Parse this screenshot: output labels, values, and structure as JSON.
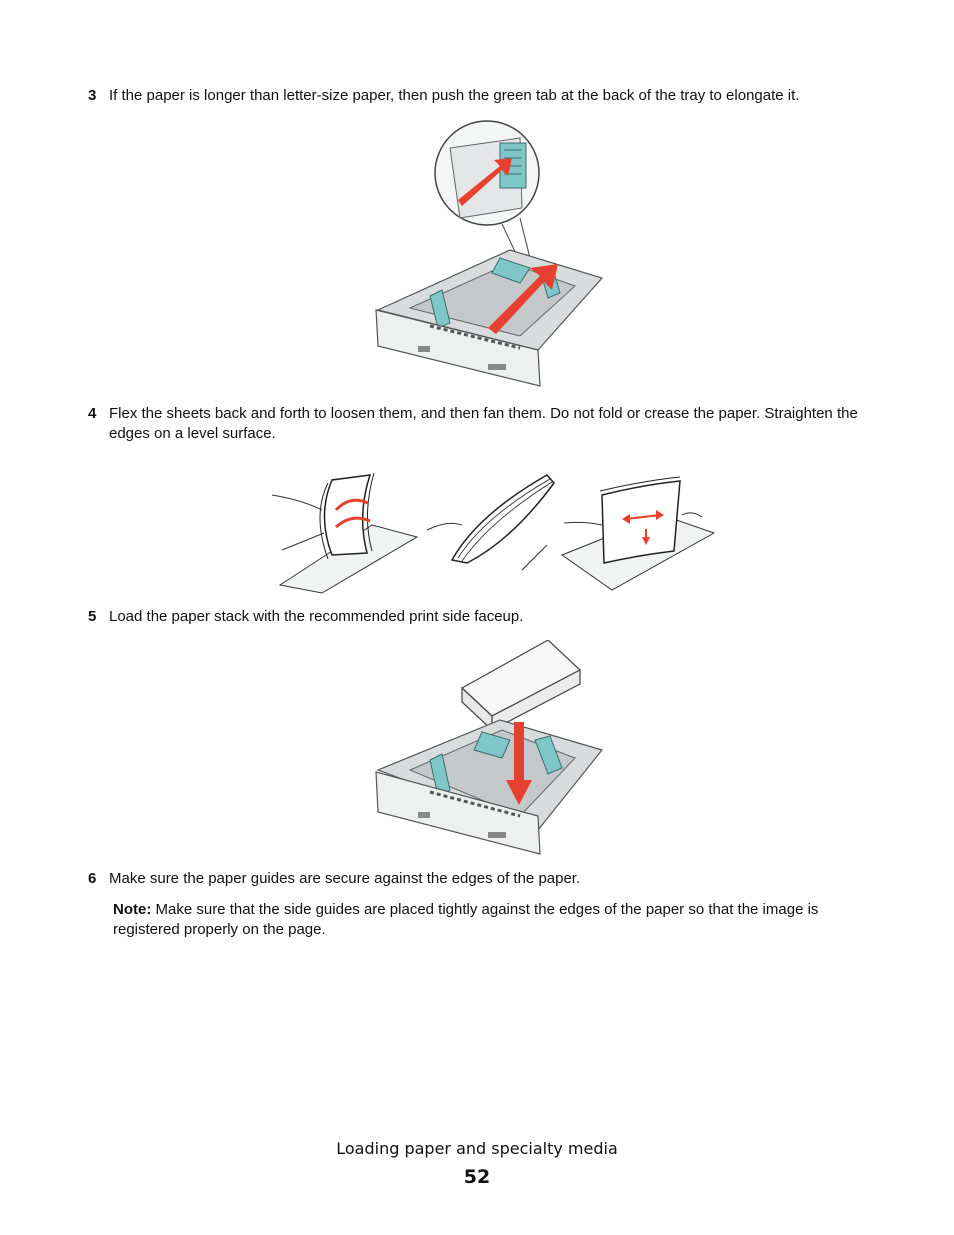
{
  "steps": [
    {
      "number": "3",
      "text": "If the paper is longer than letter-size paper, then push the green tab at the back of the tray to elongate it."
    },
    {
      "number": "4",
      "text": "Flex the sheets back and forth to loosen them, and then fan them. Do not fold or crease the paper. Straighten the edges on a level surface."
    },
    {
      "number": "5",
      "text": "Load the paper stack with the recommended print side faceup."
    },
    {
      "number": "6",
      "text": "Make sure the paper guides are secure against the edges of the paper."
    }
  ],
  "note": {
    "label": "Note:",
    "text": "Make sure that the side guides are placed tightly against the edges of the paper so that the image is registered properly on the page."
  },
  "footer": {
    "section_title": "Loading paper and specialty media",
    "page_number": "52"
  },
  "colors": {
    "arrow_red": "#e8402f",
    "guide_teal": "#7fc6c9",
    "tray_gray": "#d9dcdd",
    "line": "#333333"
  }
}
